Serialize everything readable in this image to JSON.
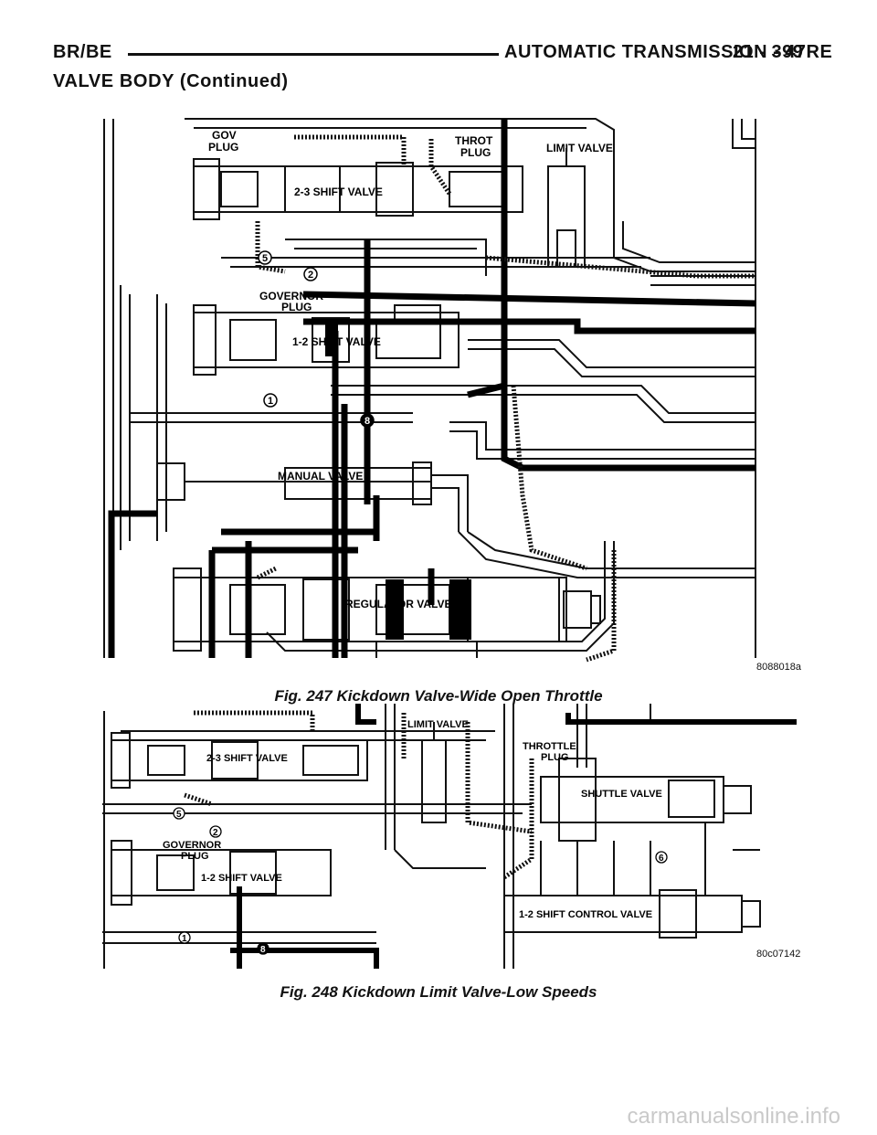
{
  "header": {
    "left": "BR/BE",
    "right": "AUTOMATIC TRANSMISSION - 47RE",
    "page": "21 - 399"
  },
  "section_title": "VALVE BODY (Continued)",
  "figure1": {
    "id": "8088018a",
    "caption": "Fig. 247 Kickdown Valve-Wide Open Throttle",
    "labels": {
      "gov_plug_1": "GOV",
      "gov_plug_2": "PLUG",
      "throt_plug_1": "THROT",
      "throt_plug_2": "PLUG",
      "limit_valve": "LIMIT VALVE",
      "shift_23": "2-3 SHIFT VALVE",
      "governor_plug_1": "GOVERNOR",
      "governor_plug_2": "PLUG",
      "shift_12": "1-2 SHIFT VALVE",
      "manual_valve": "MANUAL VALVE",
      "regulator_valve": "REGULATOR VALVE",
      "num_5": "5",
      "num_2": "2",
      "num_1": "1",
      "num_8": "8"
    }
  },
  "figure2": {
    "id": "80c07142",
    "caption": "Fig. 248 Kickdown Limit Valve-Low Speeds",
    "labels": {
      "shift_23": "2-3 SHIFT VALVE",
      "limit_valve": "LIMIT VALVE",
      "throttle_plug_1": "THROTTLE",
      "throttle_plug_2": "PLUG",
      "shuttle_valve": "SHUTTLE VALVE",
      "governor_plug_1": "GOVERNOR",
      "governor_plug_2": "PLUG",
      "shift_12": "1-2 SHIFT VALVE",
      "shift_control": "1-2 SHIFT CONTROL VALVE",
      "num_5": "5",
      "num_2": "2",
      "num_1": "1",
      "num_8": "8",
      "num_6": "6"
    }
  },
  "watermark": "carmanualsonline.info"
}
